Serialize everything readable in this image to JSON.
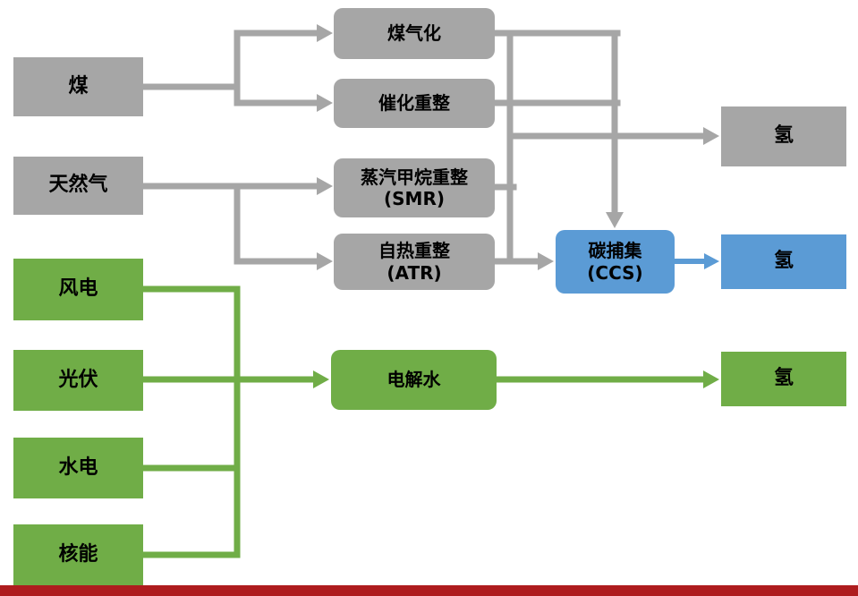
{
  "colors": {
    "gray": "#a6a6a6",
    "green": "#70ad47",
    "blue": "#5b9bd5",
    "footer_red": "#ae1c1e",
    "text": "#000000"
  },
  "nodes": {
    "coal": {
      "label": "煤"
    },
    "natural_gas": {
      "label": "天然气"
    },
    "coal_gasification": {
      "label": "煤气化"
    },
    "catalytic_reforming": {
      "label": "催化重整"
    },
    "smr": {
      "label": "蒸汽甲烷重整",
      "sublabel": "(SMR)"
    },
    "atr": {
      "label": "自热重整",
      "sublabel": "(ATR)"
    },
    "ccs": {
      "label": "碳捕集",
      "sublabel": "(CCS)"
    },
    "h2_gray": {
      "label": "氢"
    },
    "h2_blue": {
      "label": "氢"
    },
    "h2_green": {
      "label": "氢"
    },
    "wind": {
      "label": "风电"
    },
    "solar": {
      "label": "光伏"
    },
    "hydro": {
      "label": "水电"
    },
    "nuclear": {
      "label": "核能"
    },
    "electrolysis": {
      "label": "电解水"
    }
  },
  "edges": [
    {
      "from": "coal",
      "to": "coal_gasification"
    },
    {
      "from": "coal",
      "to": "catalytic_reforming"
    },
    {
      "from": "natural_gas",
      "to": "smr"
    },
    {
      "from": "natural_gas",
      "to": "atr"
    },
    {
      "from": "coal_gasification",
      "to": "h2_gray"
    },
    {
      "from": "catalytic_reforming",
      "to": "h2_gray"
    },
    {
      "from": "smr",
      "to": "h2_gray"
    },
    {
      "from": "fossil_processes",
      "to": "ccs"
    },
    {
      "from": "atr",
      "to": "ccs"
    },
    {
      "from": "ccs",
      "to": "h2_blue"
    },
    {
      "from": "wind",
      "to": "electrolysis"
    },
    {
      "from": "solar",
      "to": "electrolysis"
    },
    {
      "from": "hydro",
      "to": "electrolysis"
    },
    {
      "from": "nuclear",
      "to": "electrolysis"
    },
    {
      "from": "electrolysis",
      "to": "h2_green"
    }
  ]
}
